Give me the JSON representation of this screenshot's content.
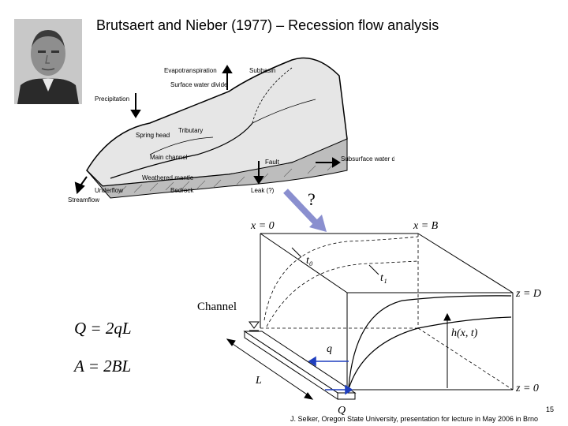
{
  "slide": {
    "title": "Brutsaert and Nieber (1977) – Recession flow analysis",
    "number": "15",
    "footer": "J. Selker, Oregon State University, presentation for lecture in May 2006 in Brno"
  },
  "watershed_figure": {
    "labels": {
      "evapotranspiration": "Evapotranspiration",
      "subbasin": "Subbasin",
      "surface_water_divide": "Surface water divide",
      "precipitation": "Precipitation",
      "spring_head": "Spring head",
      "tributary": "Tributary",
      "main_channel": "Main channel",
      "weathered_mantle": "Weathered mantle",
      "fault": "Fault",
      "subsurface_water_divide": "Subsurface water divide",
      "underflow": "Underflow",
      "bedrock": "Bedrock",
      "leak": "Leak (?)",
      "streamflow": "Streamflow"
    }
  },
  "question_mark": "?",
  "aquifer_figure": {
    "x0": "x = 0",
    "xB": "x = B",
    "zD": "z = D",
    "z0": "z = 0",
    "t0": "t₀",
    "t1": "t₁",
    "h": "h(x, t)",
    "q": "q",
    "channel": "Channel",
    "L": "L",
    "Q": "Q"
  },
  "equations": {
    "discharge": "Q = 2qL",
    "area": "A = 2BL"
  },
  "colors": {
    "arrow_blue": "#1f3fbf",
    "question_arrow": "#8a8fcf"
  }
}
